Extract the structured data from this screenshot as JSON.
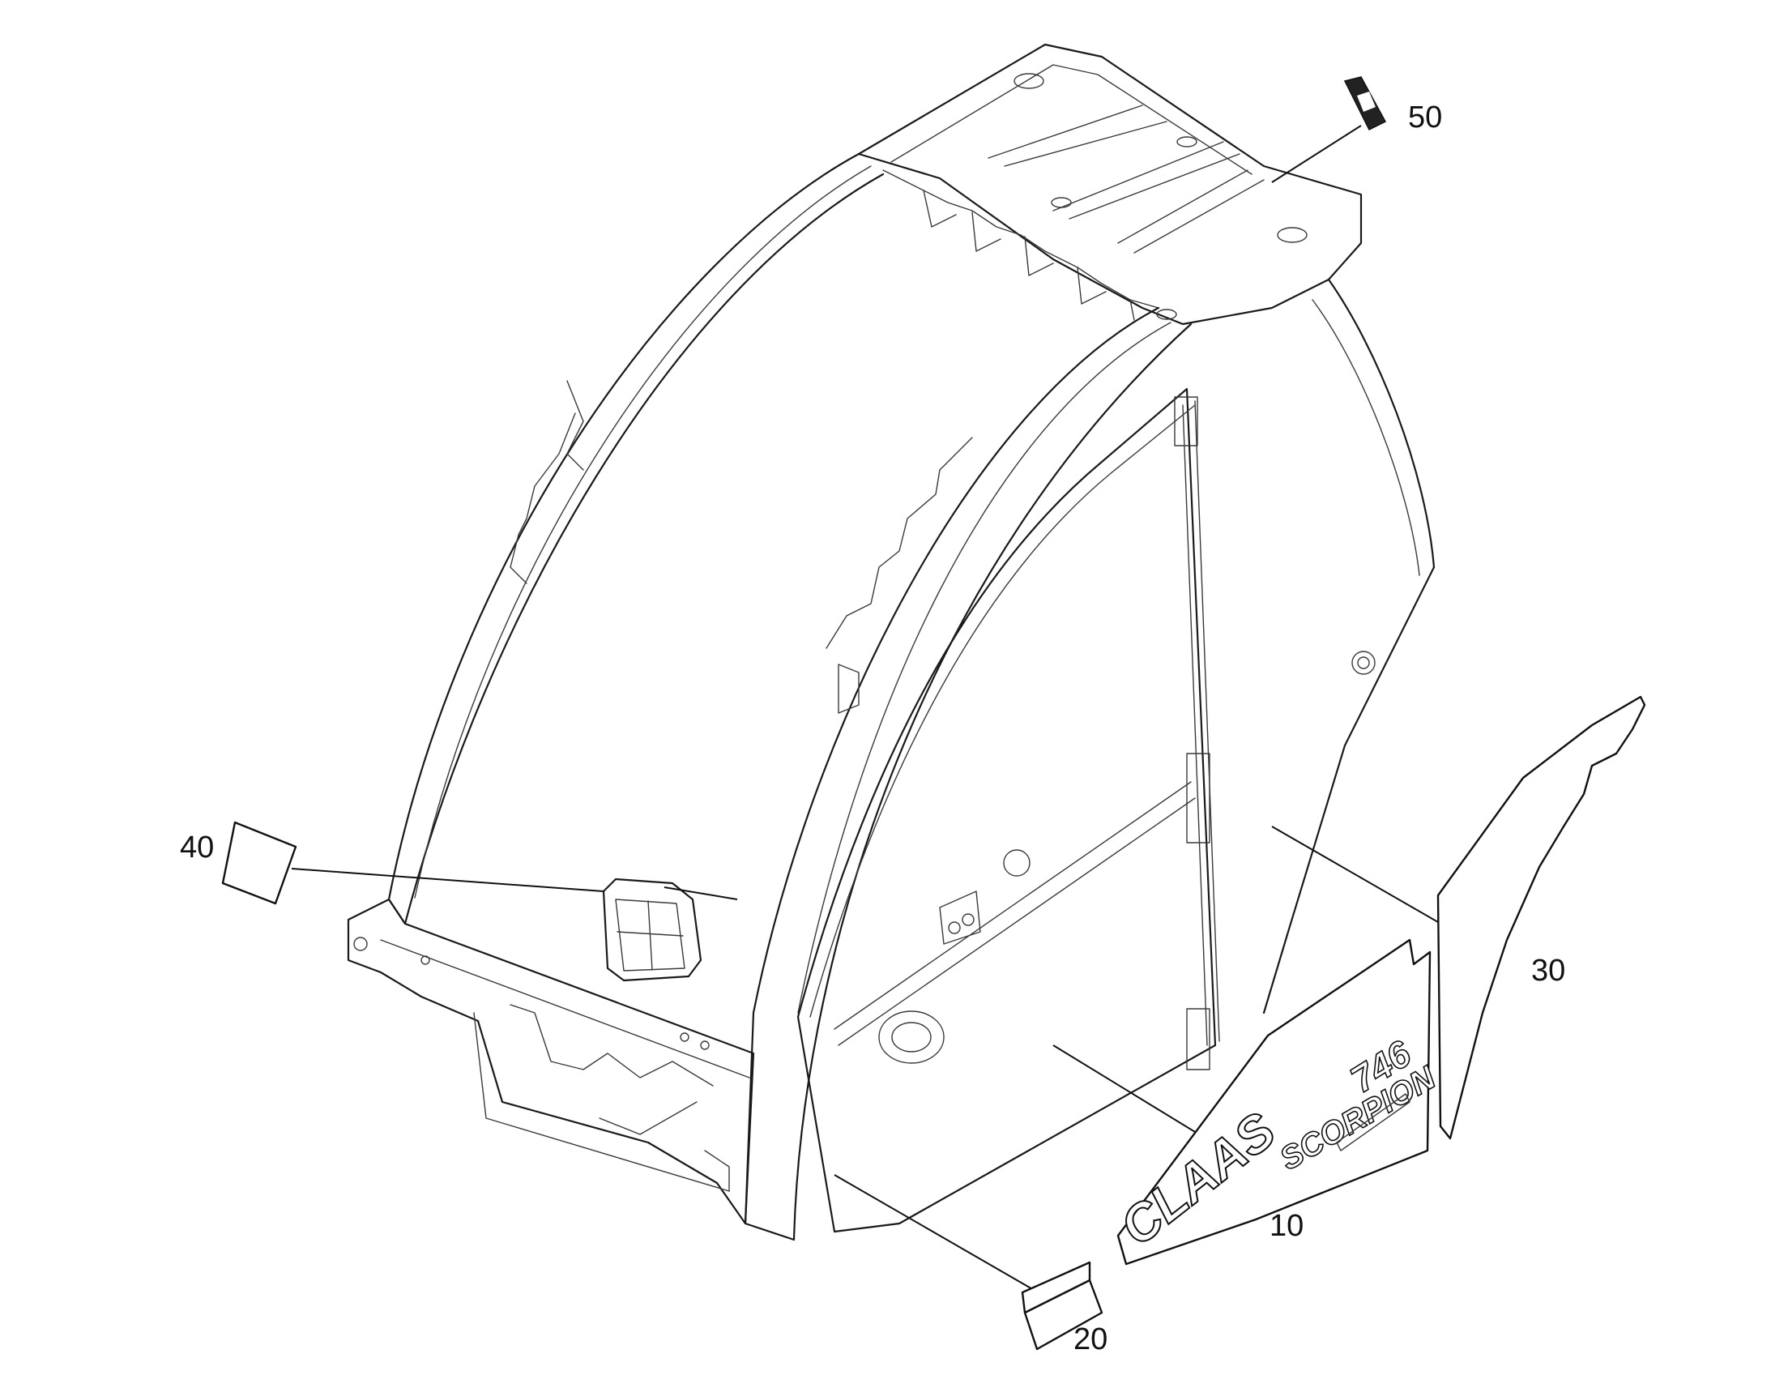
{
  "callouts": {
    "c10": "10",
    "c20": "20",
    "c30": "30",
    "c40": "40",
    "c50": "50"
  },
  "decal_text": {
    "brand": "CLAAS",
    "model_name": "SCORPION",
    "model_number": "746"
  },
  "colors": {
    "line": "#111111",
    "background": "#ffffff"
  }
}
